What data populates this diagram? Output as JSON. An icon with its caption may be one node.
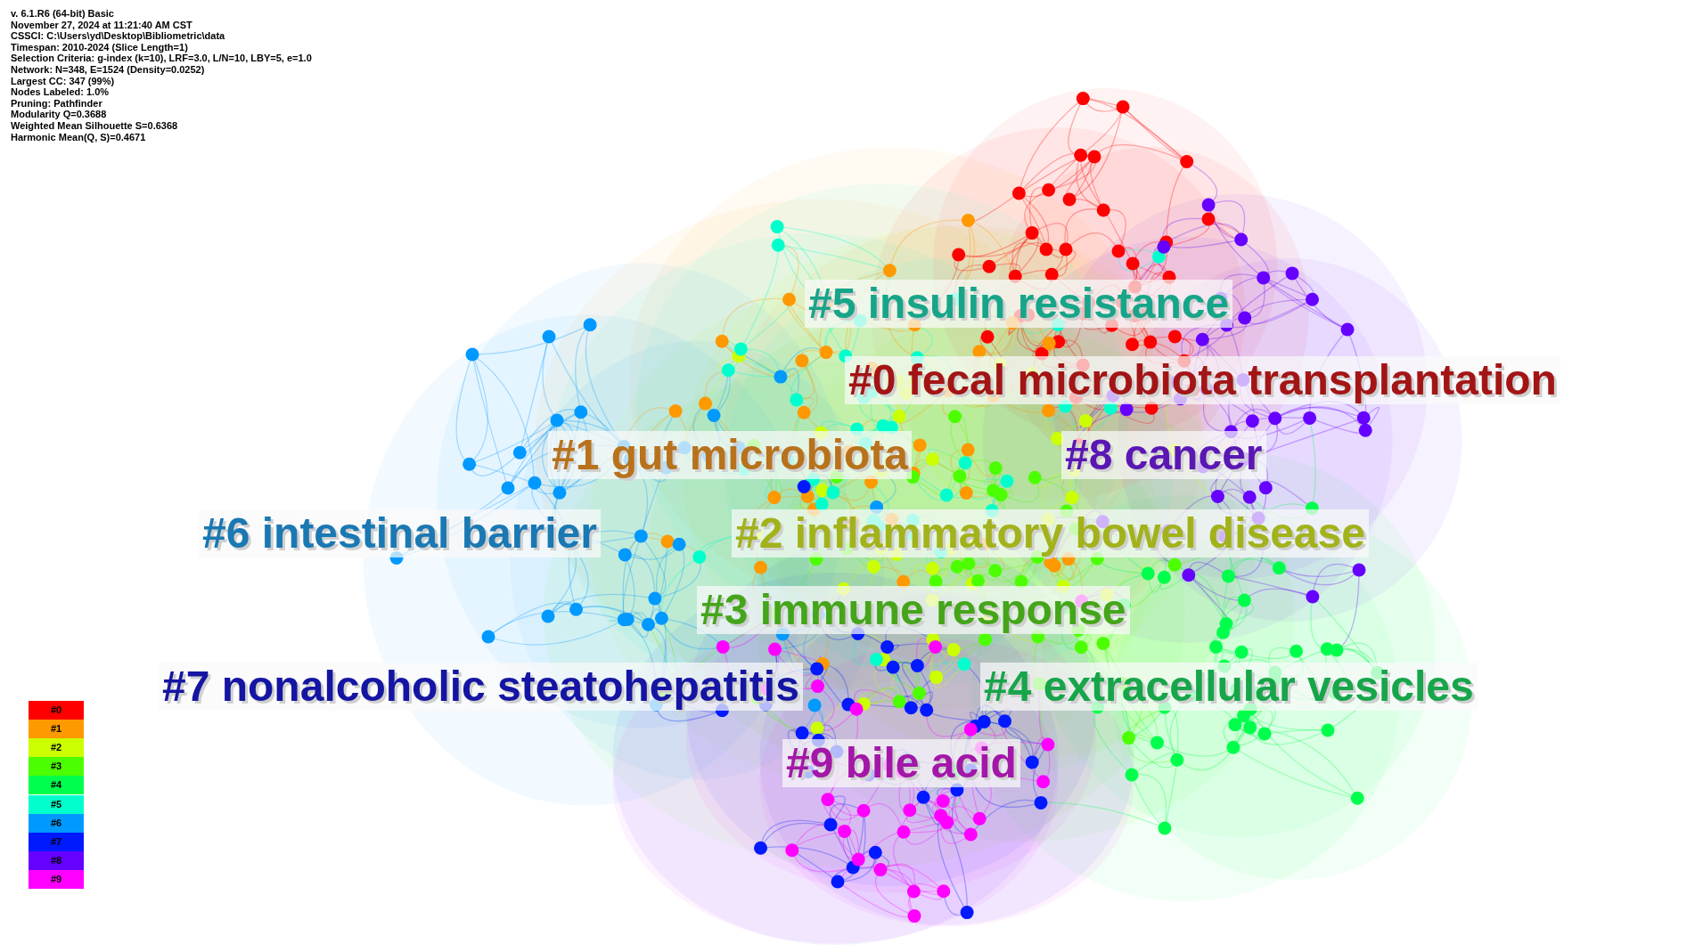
{
  "diagram": {
    "labels": [
      "v. 6.1.R6 (64-bit) Basic",
      "November 27, 2024 at 11:21:40 AM CST",
      "CSSCI: C:\\Users\\yd\\Desktop\\Bibliometric\\data",
      "Timespan: 2010-2024 (Slice Length=1)",
      "Selection Criteria: g-index (k=10), LRF=3.0, L/N=10, LBY=5, e=1.0",
      "Network: N=348, E=1524 (Density=0.0252)",
      "Largest CC: 347 (99%)",
      "Nodes Labeled: 1.0%",
      "Pruning: Pathfinder",
      "Modularity Q=0.3688",
      "Weighted Mean Silhouette S=0.6368",
      "Harmonic Mean(Q, S)=0.4671",
      "#5 insulin resistance",
      "#0 fecal microbiota transplantation",
      "#1 gut microbiota",
      "#8 cancer",
      "#6 intestinal barrier",
      "#2 inflammatory bowel disease",
      "#3 immune response",
      "#7 nonalcoholic steatohepatitis",
      "#4 extracellular vesicles",
      "#9 bile acid"
    ],
    "legend": [
      {
        "text": "#0",
        "color": "#ff0000"
      },
      {
        "text": "#1",
        "color": "#ff9900"
      },
      {
        "text": "#2",
        "color": "#ccff00"
      },
      {
        "text": "#3",
        "color": "#4cff00"
      },
      {
        "text": "#4",
        "color": "#00ff4c"
      },
      {
        "text": "#5",
        "color": "#00ffcc"
      },
      {
        "text": "#6",
        "color": "#0099ff"
      },
      {
        "text": "#7",
        "color": "#0019ff"
      },
      {
        "text": "#8",
        "color": "#6600ff"
      },
      {
        "text": "#9",
        "color": "#ff00ff"
      }
    ]
  }
}
